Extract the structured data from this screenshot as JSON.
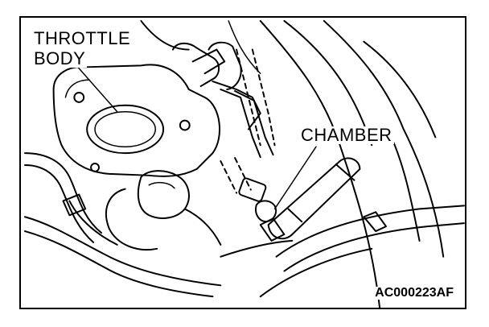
{
  "diagram": {
    "labels": {
      "throttle_line1": "THROTTLE",
      "throttle_line2": "BODY",
      "chamber": "CHAMBER"
    },
    "figure_code": "AC000223AF"
  }
}
